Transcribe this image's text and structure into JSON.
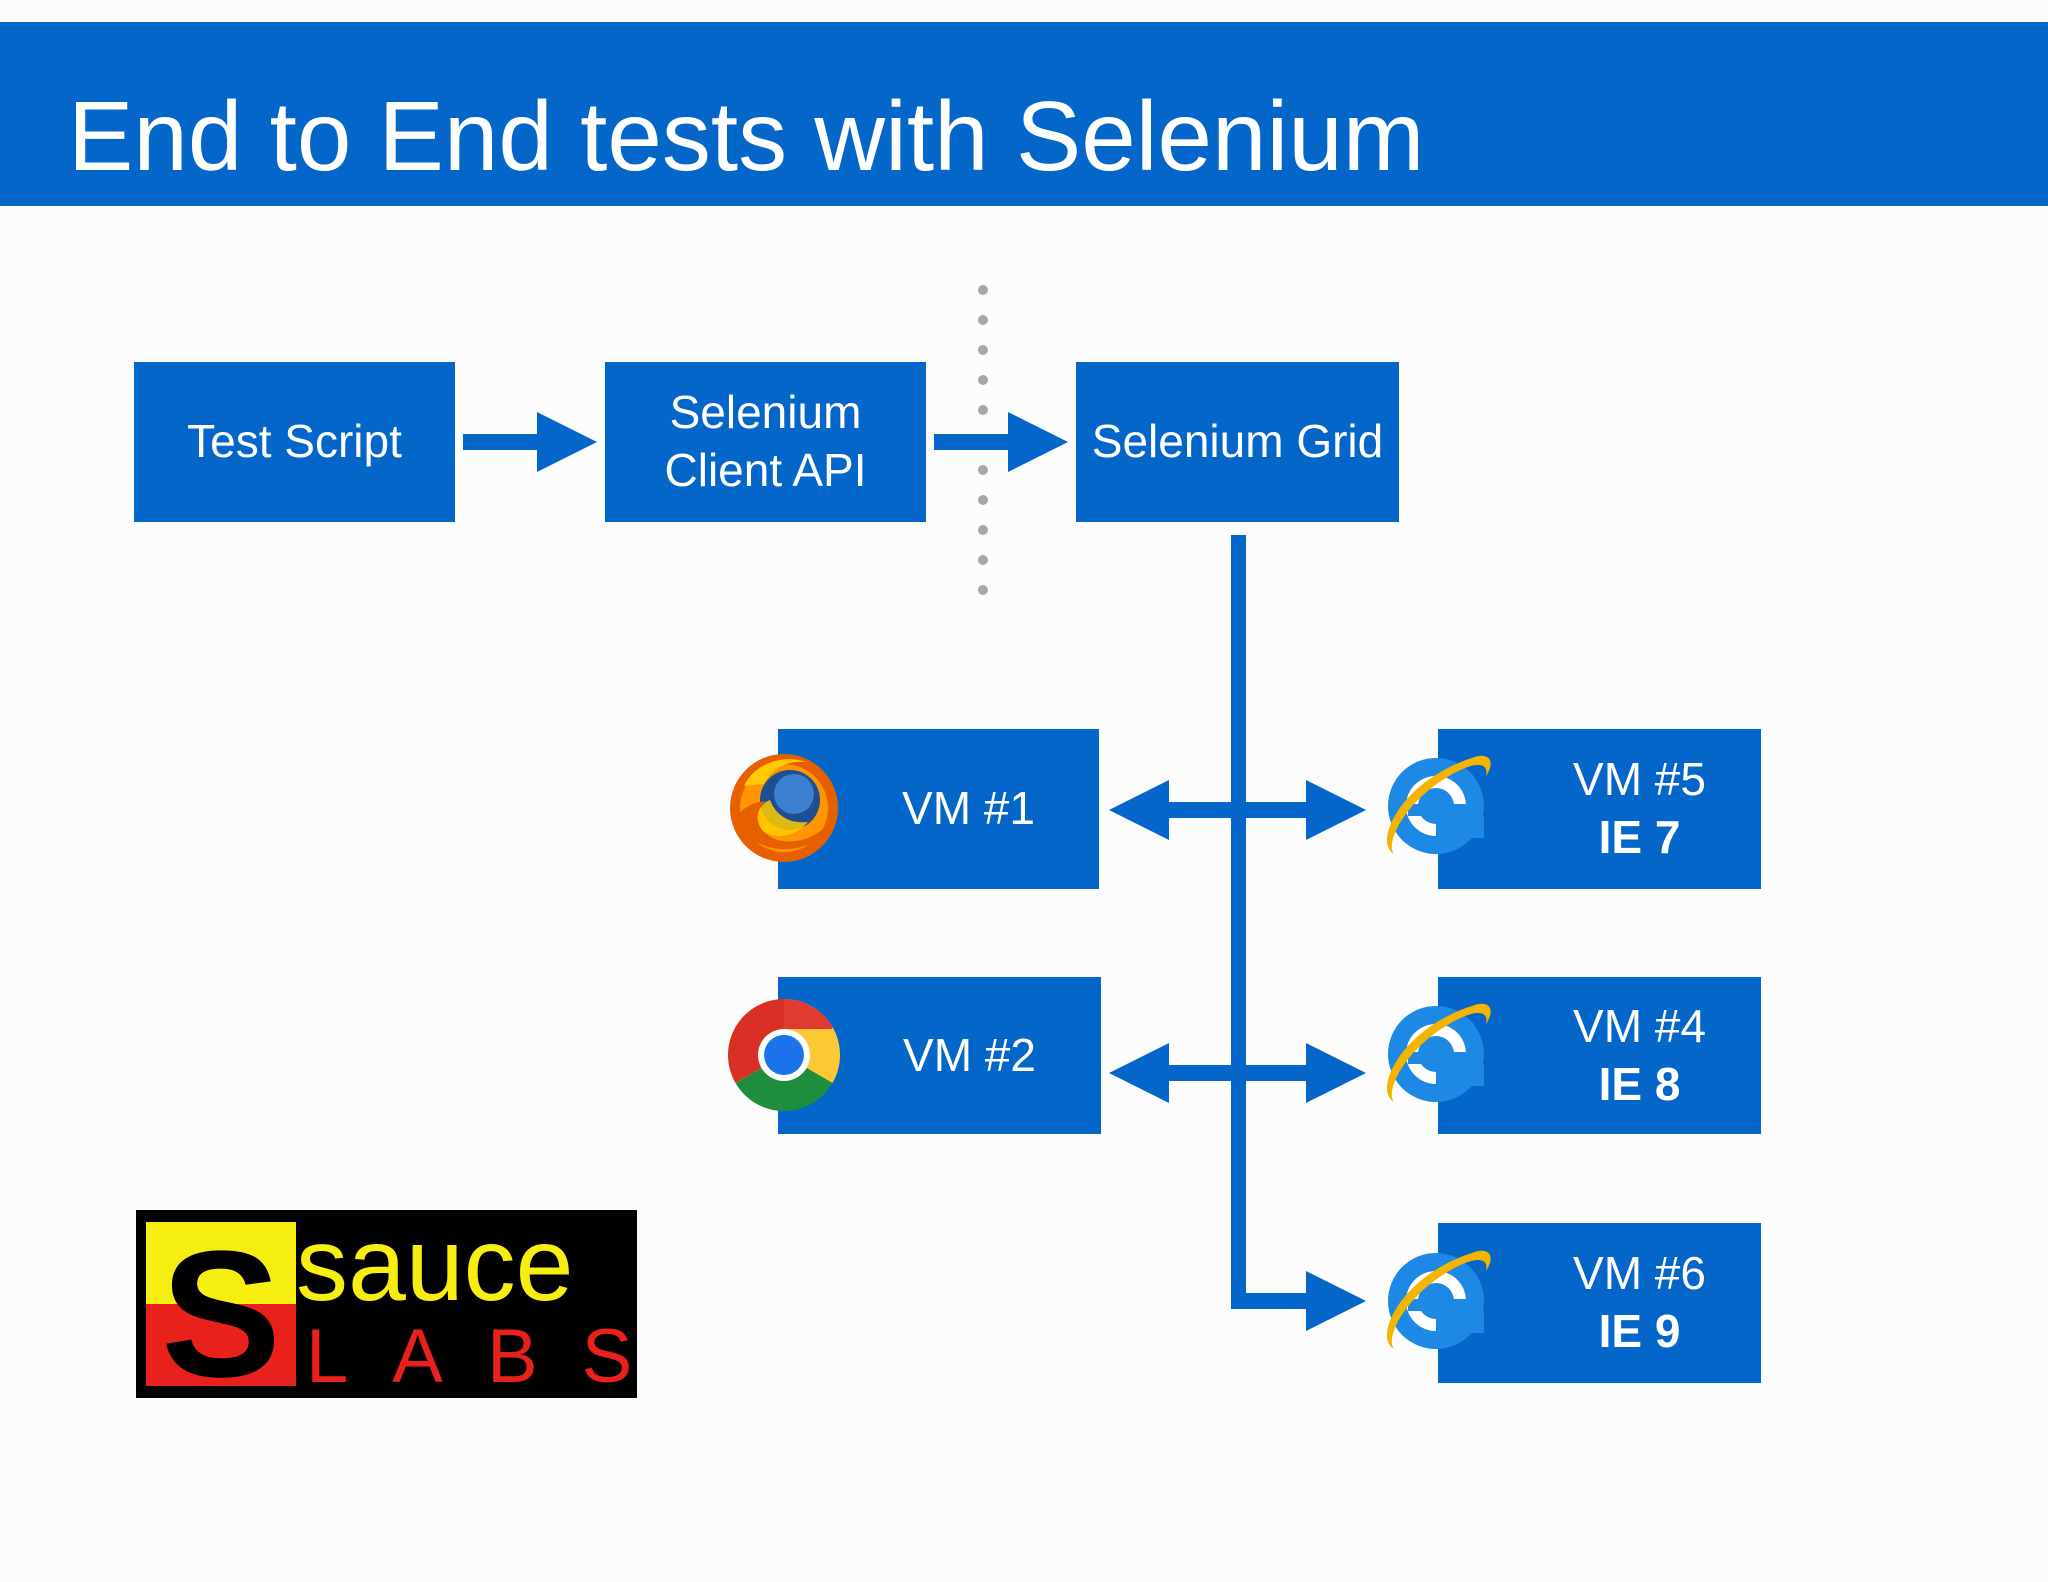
{
  "slide": {
    "title": "End to End tests with Selenium"
  },
  "pipeline": {
    "test_script": "Test Script",
    "client_api_line1": "Selenium",
    "client_api_line2": "Client API",
    "grid": "Selenium Grid"
  },
  "vms": {
    "vm1": {
      "label": "VM #1",
      "browser": "firefox-icon"
    },
    "vm2": {
      "label": "VM #2",
      "browser": "chrome-icon"
    },
    "vm5": {
      "label": "VM #5",
      "version": "IE 7",
      "browser": "internet-explorer-icon"
    },
    "vm4": {
      "label": "VM #4",
      "version": "IE 8",
      "browser": "internet-explorer-icon"
    },
    "vm6": {
      "label": "VM #6",
      "version": "IE 9",
      "browser": "internet-explorer-icon"
    }
  },
  "logo": {
    "text_top": "sauce",
    "text_bottom": "LABS",
    "letter": "S"
  },
  "colors": {
    "primary_blue": "#0466c8",
    "logo_yellow": "#f5ee10",
    "logo_red": "#e8211c",
    "logo_black": "#000000",
    "divider_gray": "#a6a6a6"
  }
}
